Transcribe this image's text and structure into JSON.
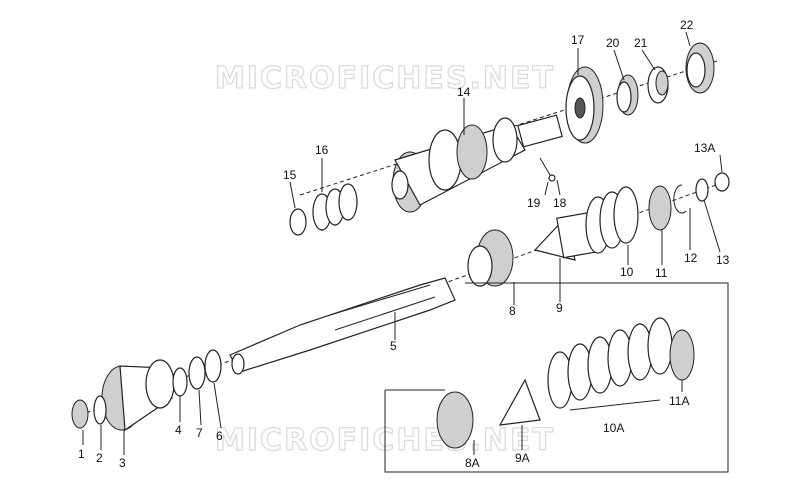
{
  "watermark": {
    "top": "MICROFICHES.NET",
    "bottom": "MICROFICHES.NET"
  },
  "parts": {
    "p1": "1",
    "p2": "2",
    "p3": "3",
    "p4": "4",
    "p5": "5",
    "p6": "6",
    "p7": "7",
    "p8": "8",
    "p8A": "8A",
    "p9": "9",
    "p9A": "9A",
    "p10": "10",
    "p10A": "10A",
    "p11": "11",
    "p11A": "11A",
    "p12": "12",
    "p13": "13",
    "p13A": "13A",
    "p14": "14",
    "p15": "15",
    "p16": "16",
    "p17": "17",
    "p18": "18",
    "p19": "19",
    "p20": "20",
    "p21": "21",
    "p22": "22"
  }
}
